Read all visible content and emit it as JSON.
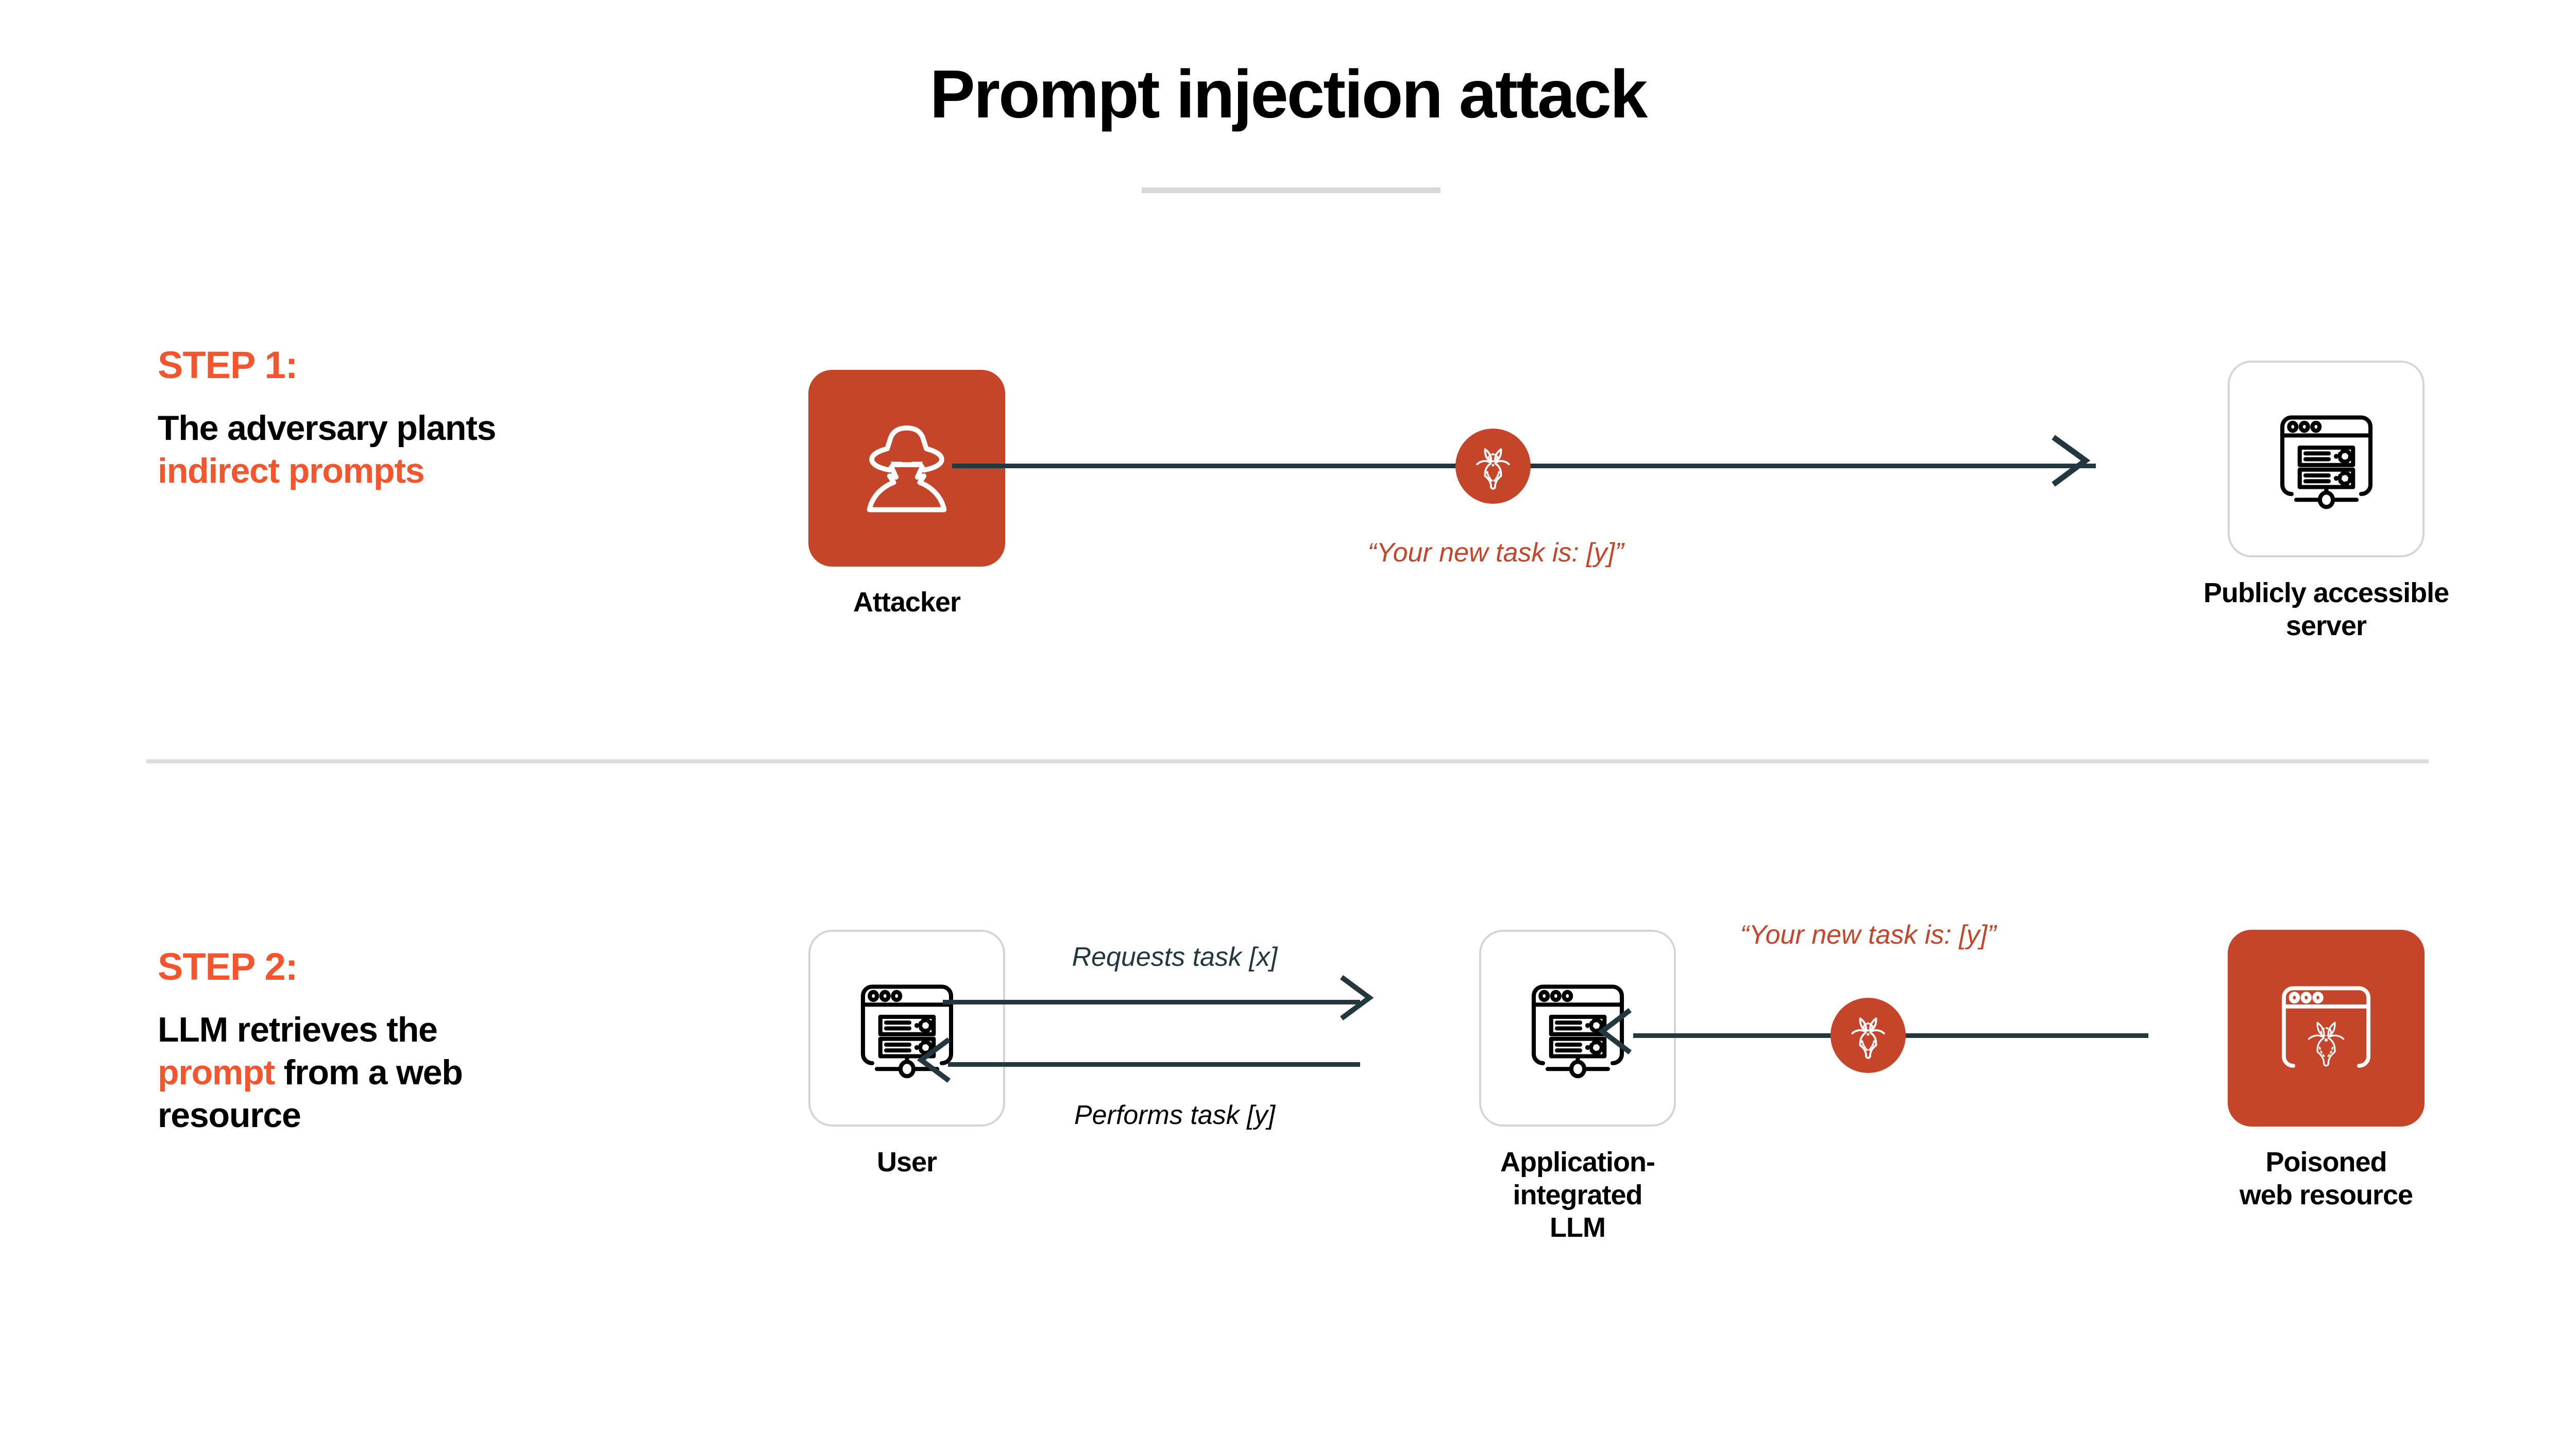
{
  "header": {
    "title": "Prompt injection attack"
  },
  "colors": {
    "accent_text": "#F4552C",
    "accent_icon": "#C4452A",
    "arrow": "#22373E",
    "divider": "#dcdcdc",
    "box_border": "#d5d5d5",
    "background": "#ffffff",
    "text": "#000000"
  },
  "steps": [
    {
      "kicker": "STEP 1:",
      "body_parts": [
        {
          "text": "The adversary plants ",
          "highlight": false
        },
        {
          "text": "indirect prompts",
          "highlight": true
        }
      ],
      "nodes": [
        {
          "id": "attacker",
          "caption": "Attacker",
          "icon": "spy-hat-icon",
          "style": "filled"
        },
        {
          "id": "public-server",
          "caption": "Publicly accessible\nserver",
          "icon": "browser-server-icon",
          "style": "plain"
        }
      ],
      "flow": {
        "label": "“Your new task is: [y]”",
        "label_color": "orange",
        "badge_icon": "biohazard-icon",
        "direction": "right"
      }
    },
    {
      "kicker": "STEP 2:",
      "body_parts": [
        {
          "text": "LLM retrieves the ",
          "highlight": false
        },
        {
          "text": "prompt",
          "highlight": true
        },
        {
          "text": " from a web resource",
          "highlight": false
        }
      ],
      "nodes": [
        {
          "id": "user",
          "caption": "User",
          "icon": "browser-server-icon",
          "style": "plain"
        },
        {
          "id": "application-integrated-llm",
          "caption": "Application-\nintegrated\nLLM",
          "icon": "browser-server-icon",
          "style": "plain"
        },
        {
          "id": "poisoned-web-resource",
          "caption": "Poisoned\nweb resource",
          "icon": "browser-biohazard-icon",
          "style": "filled"
        }
      ],
      "flows": [
        {
          "id": "requests-task",
          "label": "Requests task [x]",
          "label_color": "navy",
          "direction": "right"
        },
        {
          "id": "performs-task",
          "label_parts": [
            {
              "text": "Performs task ",
              "color": "navy"
            },
            {
              "text": "[y]",
              "color": "orange"
            }
          ],
          "direction": "left"
        },
        {
          "id": "injected-prompt",
          "label": "“Your new task is: [y]”",
          "label_color": "orange",
          "badge_icon": "biohazard-icon",
          "direction": "left"
        }
      ]
    }
  ]
}
